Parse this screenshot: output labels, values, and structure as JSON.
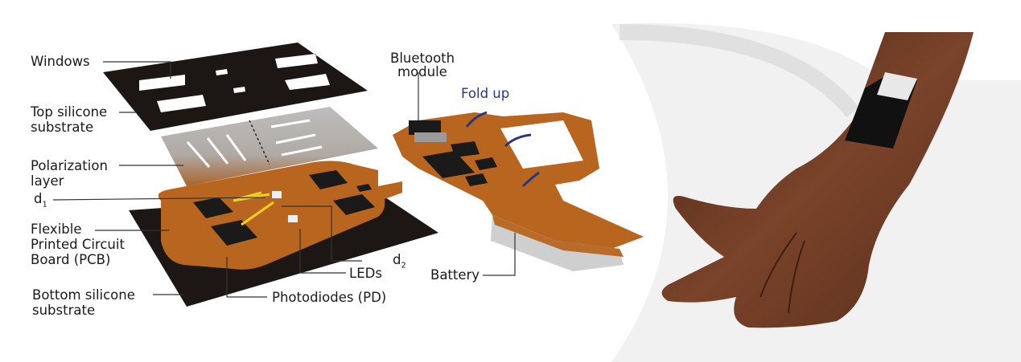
{
  "labels": {
    "windows": "Windows",
    "top_substrate_1": "Top silicone",
    "top_substrate_2": "substrate",
    "polarization_1": "Polarization",
    "polarization_2": "layer",
    "d1": "d",
    "d1_sub": "1",
    "pcb_1": "Flexible",
    "pcb_2": "Printed Circuit",
    "pcb_3": "Board (PCB)",
    "bottom_substrate_1": "Bottom silicone",
    "bottom_substrate_2": "substrate",
    "photodiodes": "Photodiodes (PD)",
    "leds": "LEDs",
    "d2": "d",
    "d2_sub": "2",
    "bluetooth_1": "Bluetooth",
    "bluetooth_2": "module",
    "fold_up": "Fold up",
    "battery": "Battery"
  },
  "colors": {
    "substrate": "#1c1614",
    "pcb": "#b8651f",
    "polarizer": "#b9b9b9",
    "arrow_yellow": "#f2d21b",
    "fold_arrow": "#2a3580",
    "skin": "#6b3a22"
  }
}
